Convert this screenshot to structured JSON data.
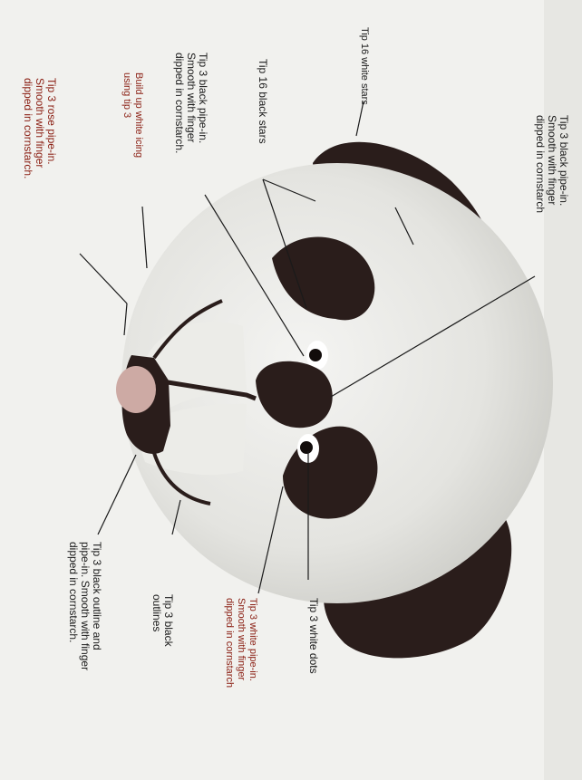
{
  "annotations": {
    "tip16_white_stars": "Tip 16 white stars",
    "tip3_black_pipein_ear": "Tip 3 black pipe-in.\nSmooth with finger\ndipped in cornstarch",
    "tip16_black_stars": "Tip 16 black stars",
    "tip3_black_pipein_cornstarch": "Tip 3 black pipe-in.\nSmooth with finger\ndipped in cornstarch.",
    "build_up_white_icing": "Build up white icing\nusing tip 3",
    "tip3_rose_pipein": "Tip 3 rose pipe-in.\nSmooth with finger\ndipped in cornstarch.",
    "tip3_black_outline_pipein": "Tip 3 black outline and\npipe-in. Smooth with finger\ndipped in cornstarch.",
    "tip3_black_outlines": "Tip 3 black\noutlines",
    "tip3_white_pipein": "Tip 3 white pipe-in.\nSmooth with finger\ndipped in cornstarch",
    "tip3_white_dots": "Tip 3 white dots"
  },
  "colors": {
    "background": "#f1f1ee",
    "face": "#e6e6e2",
    "black_icing": "#2a1d1b",
    "rose_icing": "#cdaaa4",
    "label_text": "#1a1a1a",
    "label_highlight": "#8a1e12"
  }
}
